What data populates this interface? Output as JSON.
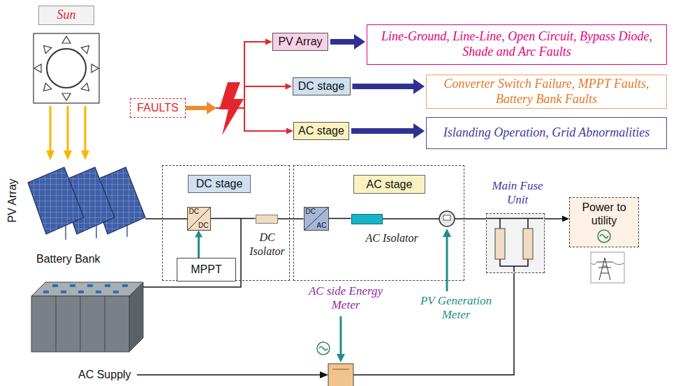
{
  "diagram": {
    "nodes": [
      {
        "text": [
          "Sun"
        ]
      },
      {
        "text": [
          "FAULTS"
        ]
      },
      {
        "text": [
          "PV Array"
        ]
      },
      {
        "text": [
          "DC stage"
        ]
      },
      {
        "text": [
          "AC stage"
        ]
      },
      {
        "text": [
          "Line-Ground, Line-Line, Open Circuit, Bypass Diode, Shade and Arc Faults"
        ]
      },
      {
        "text": [
          "Converter Switch Failure, MPPT Faults, Battery Bank Faults"
        ]
      },
      {
        "text": [
          "Islanding Operation, Grid Abnormalities"
        ]
      },
      {
        "text": [
          "DC stage"
        ]
      },
      {
        "text": [
          "DC",
          "DC"
        ],
        "in": 8
      },
      {
        "text": [
          "DC Isolator"
        ],
        "in": 8
      },
      {
        "text": [
          "AC stage"
        ]
      },
      {
        "text": [
          "DC",
          "AC"
        ],
        "in": 11
      },
      {
        "text": [
          "AC Isolator"
        ],
        "in": 11
      },
      {
        "text": [
          "MPPT"
        ]
      },
      {
        "text": [
          "Main Fuse Unit"
        ]
      },
      {
        "text": [
          "Power to utility"
        ]
      }
    ],
    "edges": [
      {
        "from": 1,
        "to": 2,
        "arrow": "to"
      },
      {
        "from": 1,
        "to": 3,
        "arrow": "to"
      },
      {
        "from": 1,
        "to": 4,
        "arrow": "to"
      },
      {
        "from": 2,
        "to": 5,
        "arrow": "to"
      },
      {
        "from": 3,
        "to": 6,
        "arrow": "to"
      },
      {
        "from": 4,
        "to": 7,
        "arrow": "to"
      },
      {
        "from": 14,
        "to": 9,
        "arrow": "to"
      },
      {
        "from": 9,
        "to": 10,
        "arrow": "none"
      },
      {
        "from": 10,
        "to": 12,
        "arrow": "none"
      },
      {
        "from": 12,
        "to": 13,
        "arrow": "none"
      },
      {
        "from": 15,
        "to": 16,
        "arrow": "to"
      }
    ],
    "labels": [
      "PV Array",
      "Battery Bank",
      "AC side Energy Meter",
      "PV Generation Meter",
      "AC Supply"
    ]
  }
}
